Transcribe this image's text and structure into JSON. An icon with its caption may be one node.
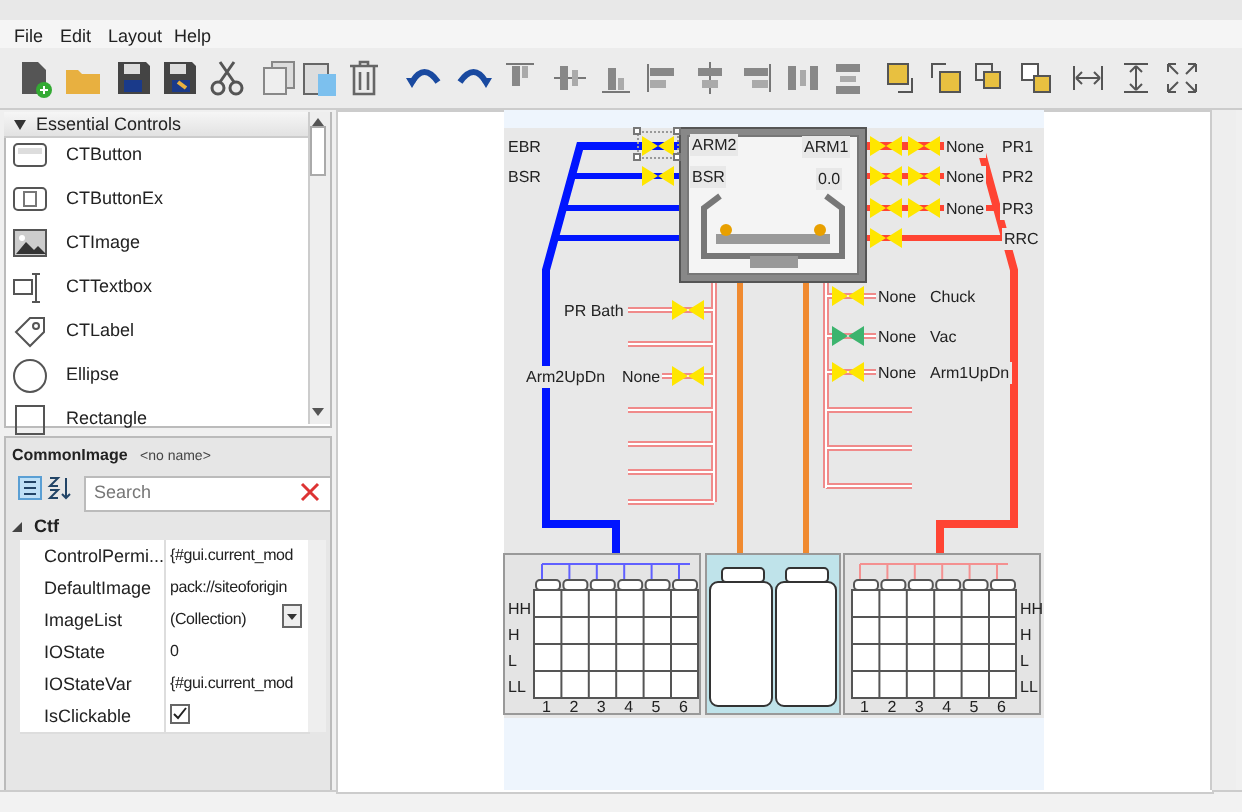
{
  "diagram": {
    "labels": [
      "File",
      "Edit",
      "Layout",
      "Help",
      "Essential Controls",
      "CTButton",
      "CTButtonEx",
      "CTImage",
      "CTTextbox",
      "CTLabel",
      "Ellipse",
      "Rectangle",
      "CommonImage",
      "<no name>",
      "Search",
      "Ctf",
      "ControlPermi...",
      "{#gui.current_mod",
      "DefaultImage",
      "pack://siteoforigin",
      "ImageList",
      "(Collection)",
      "IOState",
      "0",
      "IOStateVar",
      "{#gui.current_mod",
      "IsClickable",
      "EBR",
      "ARM2",
      "ARM1",
      "None",
      "PR1",
      "BSR",
      "BSR",
      "0.0",
      "None",
      "PR2",
      "None",
      "PR3",
      "RRC",
      "None",
      "Chuck",
      "PR Bath",
      "None",
      "Vac",
      "Arm2UpDn",
      "None",
      "None",
      "Arm1UpDn",
      "HH",
      "H",
      "L",
      "LL",
      "1",
      "2",
      "3",
      "4",
      "5",
      "6",
      "HH",
      "H",
      "L",
      "LL",
      "1",
      "2",
      "3",
      "4",
      "5",
      "6"
    ]
  }
}
